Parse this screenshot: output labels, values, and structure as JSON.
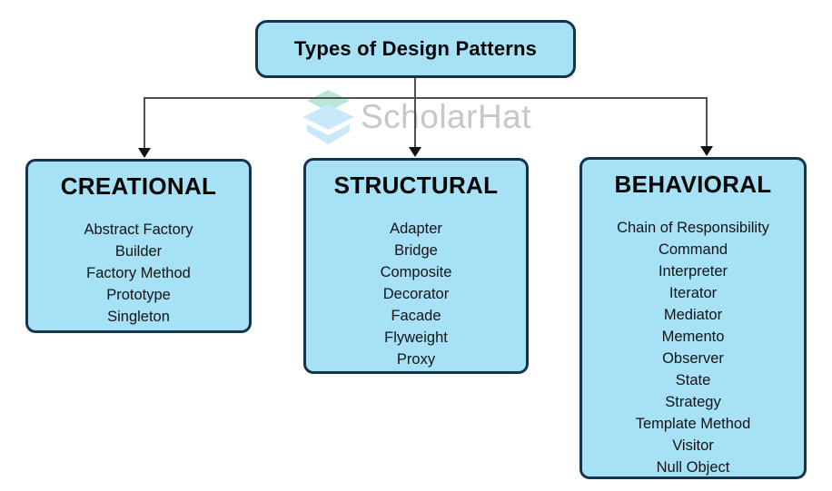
{
  "diagram": {
    "title": "Types of Design Patterns",
    "watermark": "ScholarHat",
    "categories": [
      {
        "name": "CREATIONAL",
        "patterns": [
          "Abstract Factory",
          "Builder",
          "Factory Method",
          "Prototype",
          "Singleton"
        ]
      },
      {
        "name": "STRUCTURAL",
        "patterns": [
          "Adapter",
          "Bridge",
          "Composite",
          "Decorator",
          "Facade",
          "Flyweight",
          "Proxy"
        ]
      },
      {
        "name": "BEHAVIORAL",
        "patterns": [
          "Chain of Responsibility",
          "Command",
          "Interpreter",
          "Iterator",
          "Mediator",
          "Memento",
          "Observer",
          "State",
          "Strategy",
          "Template Method",
          "Visitor",
          "Null Object"
        ]
      }
    ],
    "colors": {
      "box_fill": "#a6e1f5",
      "box_border": "#14334c",
      "connector_line": "#4f4f4f",
      "arrowhead": "#111111",
      "heading_text": "#050505",
      "item_text": "#141414",
      "watermark_text": "#c7c7c7",
      "logo_teal": "#b9e8da",
      "logo_blue": "#c9e9fa"
    }
  }
}
